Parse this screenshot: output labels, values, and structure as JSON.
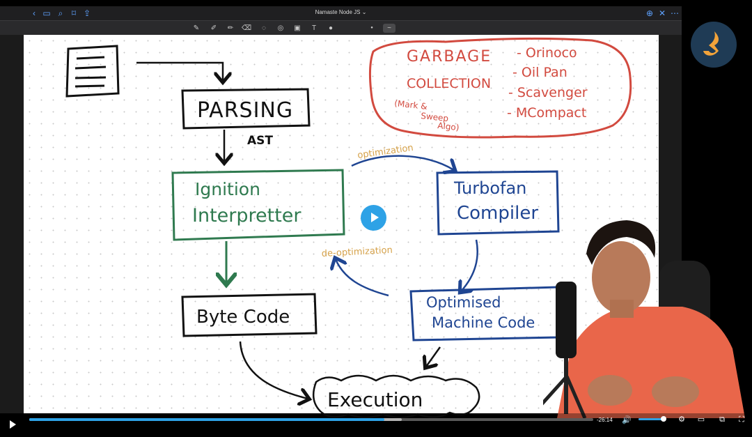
{
  "app": {
    "document_title": "Namaste Node JS ⌄"
  },
  "icons": {
    "titlebar_left": [
      "back-icon",
      "sidebar-icon",
      "search-icon",
      "bookmark-icon",
      "share-icon"
    ],
    "titlebar_right": [
      "new-page-icon",
      "close-icon",
      "more-icon"
    ],
    "tools": [
      "pen-icon",
      "highlighter-icon",
      "marker-icon",
      "eraser-icon",
      "lasso-icon",
      "shapes-icon",
      "image-icon",
      "text-icon",
      "color-icon",
      "dot-icon",
      "stroke-icon"
    ]
  },
  "whiteboard": {
    "parsing": "PARSING",
    "ast": "AST",
    "ignition_line1": "Ignition",
    "ignition_line2": "Interpretter",
    "bytecode": "Byte Code",
    "execution": "Execution",
    "turbofan_line1": "Turbofan",
    "turbofan_line2": "Compiler",
    "optimised_line1": "Optimised",
    "optimised_line2": "Machine Code",
    "optimization": "optimization",
    "deoptimization": "de-optimization",
    "gc_line1": "GARBAGE",
    "gc_line2": "COLLECTION",
    "gc_note_line1": "(Mark &",
    "gc_note_line2": "Sweep",
    "gc_note_line3": "Algo)",
    "gc_items": [
      "- Orinoco",
      "- Oil Pan",
      "- Scavenger",
      "- MCompact"
    ]
  },
  "colors": {
    "ink_black": "#111111",
    "ink_green": "#2f7a4f",
    "ink_blue": "#1f4592",
    "ink_red": "#d24a3f",
    "ink_orange": "#d6a24a",
    "accent": "#2ea2e6"
  },
  "player": {
    "time_remaining": "-26:14",
    "progress_fraction": 0.63,
    "buffered_fraction": 0.66,
    "volume_fraction": 0.95
  }
}
